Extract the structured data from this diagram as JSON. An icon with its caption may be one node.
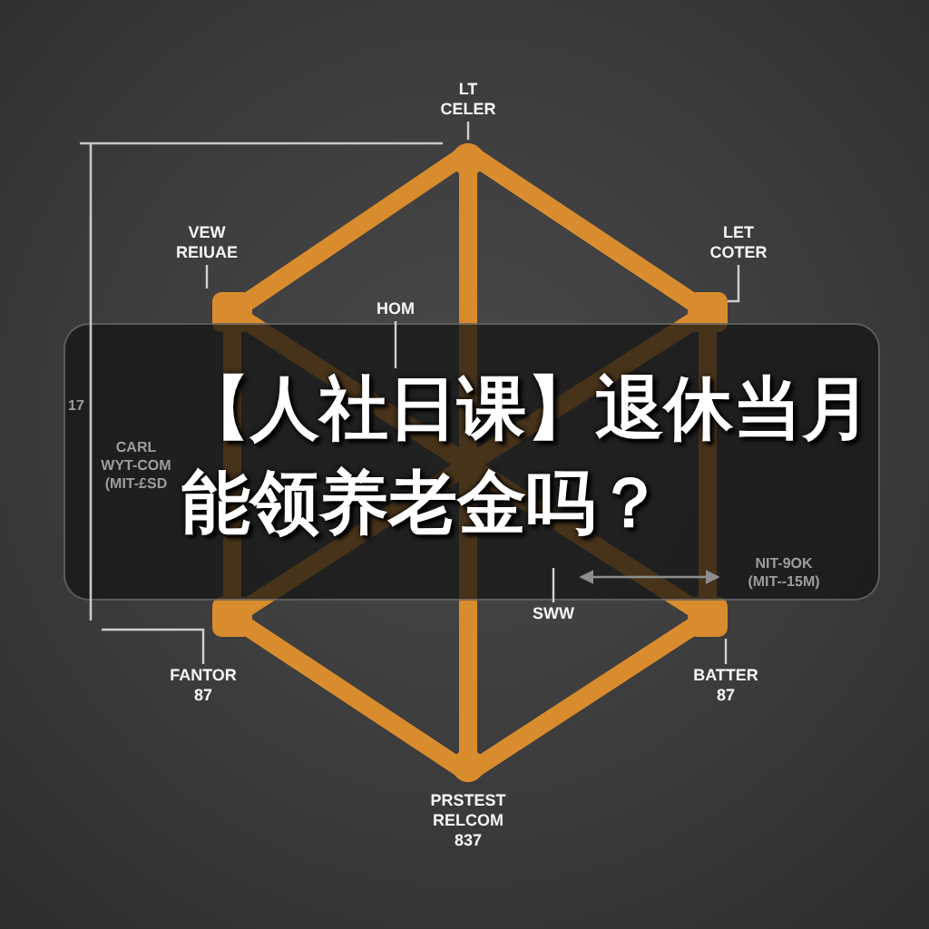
{
  "diagram": {
    "title": "【人社日课】退休当月能领养老金吗？",
    "nodes": [
      {
        "text": [
          "LT CELER"
        ]
      },
      {
        "text": [
          "VEW REIUAE"
        ]
      },
      {
        "text": [
          "LET COTER"
        ]
      },
      {
        "text": [
          "HOM"
        ]
      },
      {
        "text": [
          "SWW"
        ]
      },
      {
        "text": [
          "FANTOR 87"
        ]
      },
      {
        "text": [
          "BATTER 87"
        ]
      }
    ],
    "edges": [
      {
        "from": 0,
        "to": null,
        "arrow": "none"
      },
      {
        "from": 1,
        "to": null,
        "arrow": "none"
      },
      {
        "from": 2,
        "to": null,
        "arrow": "none"
      },
      {
        "from": 3,
        "to": null,
        "arrow": "none"
      },
      {
        "from": 4,
        "to": null,
        "arrow": "none"
      },
      {
        "from": 5,
        "to": null,
        "arrow": "none"
      },
      {
        "from": 6,
        "to": null,
        "arrow": "none"
      }
    ],
    "labels": [
      "17",
      "CARL WYT-COM (MIT-£SD",
      "NIT-9OK (MIT--15M)",
      "PRSTEST RELCOM 837"
    ]
  }
}
